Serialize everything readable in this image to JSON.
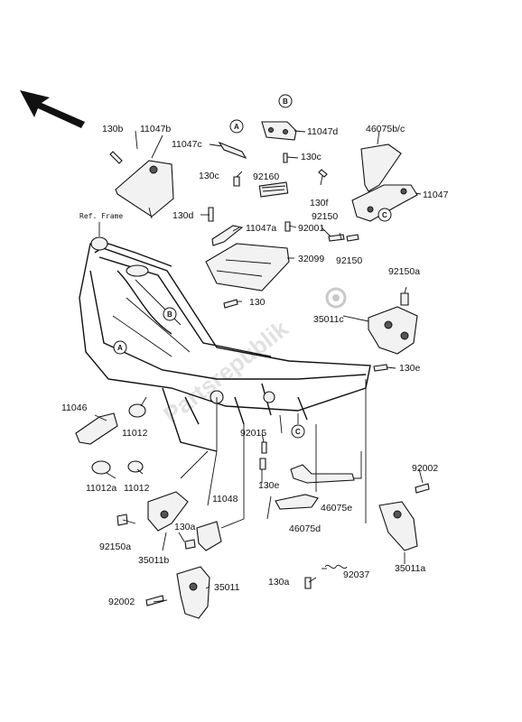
{
  "labels": {
    "l130b": "130b",
    "l11047b": "11047b",
    "l11047c": "11047c",
    "l11047d": "11047d",
    "l46075bc": "46075b/c",
    "l130c_1": "130c",
    "l130c_2": "130c",
    "l92160": "92160",
    "l130f": "130f",
    "l11047": "11047",
    "l92150_1": "92150",
    "l92150_2": "92150",
    "l130d": "130d",
    "l11047a": "11047a",
    "l92001": "92001",
    "l32099": "32099",
    "l130": "130",
    "l92150a_1": "92150a",
    "l35011c": "35011c",
    "l130e_1": "130e",
    "l11046": "11046",
    "l11012_1": "11012",
    "l92015": "92015",
    "l11012a": "11012a",
    "l11012_2": "11012",
    "l130e_2": "130e",
    "l46075e": "46075e",
    "l92002_1": "92002",
    "l11048": "11048",
    "l46075d": "46075d",
    "l92150a_2": "92150a",
    "l130a_1": "130a",
    "l35011b": "35011b",
    "l35011a": "35011a",
    "l92002_2": "92002",
    "l35011": "35011",
    "l130a_2": "130a",
    "l92037": "92037"
  },
  "ref_frame": "Ref. Frame",
  "markers": {
    "a": "A",
    "b": "B",
    "c": "C"
  },
  "watermark": "Partsrepublik"
}
